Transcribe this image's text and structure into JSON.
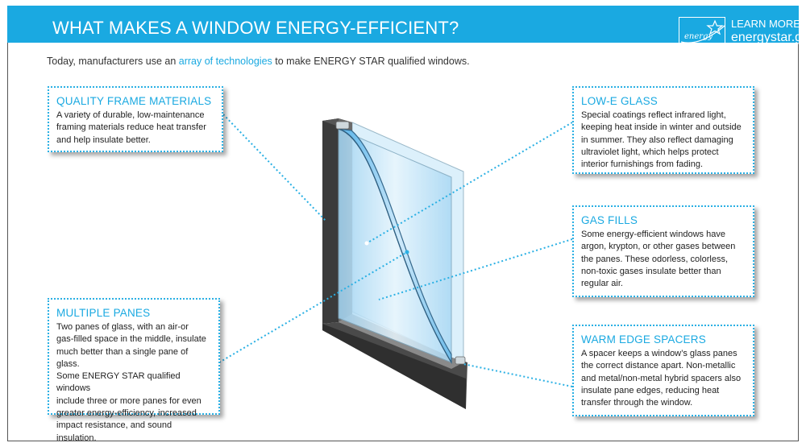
{
  "header": {
    "title": "WHAT MAKES A WINDOW ENERGY-EFFICIENT?",
    "logo_text": "energy",
    "learn_more_line1": "LEARN MORE AT",
    "learn_more_line2": "energystar.gov",
    "bg_color": "#1aa9e1"
  },
  "intro": {
    "before": "Today, manufacturers use an ",
    "link": "array of technologies",
    "after": " to make ENERGY STAR qualified windows."
  },
  "callouts": {
    "quality_frame": {
      "title": "QUALITY FRAME MATERIALS",
      "lines": [
        "A variety of durable, low-maintenance",
        "framing materials reduce heat transfer",
        "and help insulate better."
      ]
    },
    "low_e": {
      "title": "LOW-E GLASS",
      "lines": [
        "Special coatings reflect infrared light,",
        "keeping heat inside in winter and outside",
        "in summer. They also reflect damaging",
        "ultraviolet light, which helps protect",
        "interior furnishings from fading."
      ]
    },
    "gas_fills": {
      "title": "GAS FILLS",
      "lines": [
        "Some energy-efficient windows have",
        "argon, krypton, or other gases between",
        "the panes. These odorless, colorless,",
        "non-toxic gases insulate better than",
        "regular air."
      ]
    },
    "multiple_panes": {
      "title": "MULTIPLE PANES",
      "lines": [
        "Two panes of glass, with an air-or",
        "gas-filled space in the middle, insulate",
        "much better than a single pane of glass.",
        "Some ENERGY STAR qualified windows",
        "include three or more panes for even",
        "greater energy-efficiency, increased",
        "impact resistance, and sound insulation."
      ]
    },
    "warm_edge": {
      "title": "WARM EDGE SPACERS",
      "lines": [
        "A spacer keeps a window’s glass panes",
        "the correct distance apart. Non-metallic",
        "and metal/non-metal hybrid spacers also",
        "insulate pane edges, reducing heat",
        "transfer through the window."
      ]
    }
  },
  "colors": {
    "accent": "#1aa9e1",
    "frame": "#3a3a3a",
    "glass": "#bfe3f8"
  }
}
